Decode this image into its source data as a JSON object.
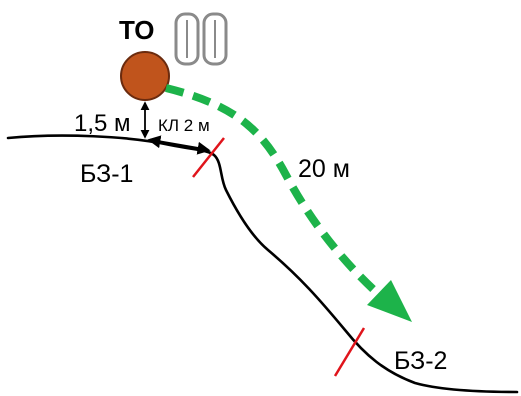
{
  "diagram": {
    "labels": {
      "anchor_point": "ТО",
      "height_to_terrain": "1,5 м",
      "sling_length": "КЛ 2 м",
      "safety_zone_1": "БЗ-1",
      "distance": "20 м",
      "safety_zone_2": "БЗ-2"
    },
    "colors": {
      "anchor_fill": "#c0541c",
      "anchor_stroke": "#6b2b0e",
      "movement_arrow": "#1db34a",
      "zone_boundary": "#e0141b",
      "terrain": "#000000",
      "carabiner": "#8a8a8a"
    },
    "icons": [
      "carabiner-icon",
      "carabiner-icon"
    ]
  }
}
